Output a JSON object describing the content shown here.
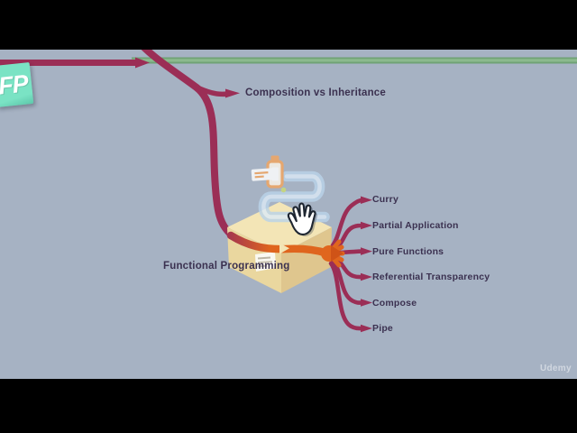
{
  "logo": {
    "text": "FP",
    "color": "#7ae3c4"
  },
  "watermark": {
    "text": "Udemy"
  },
  "diagram": {
    "type": "mindmap",
    "background_color": "#a6b2c3",
    "branch_color": "#9b2e56",
    "highlight_color": "#e0661e",
    "timeline_color": "#7aab7f",
    "cube_color": "#ead79f",
    "pipe_icon_color": "#bad3e9",
    "nodes": {
      "sibling": {
        "label": "Composition vs Inheritance"
      },
      "current": {
        "label": "Functional Programming",
        "icon": "package-cube-icon",
        "cursor": "hand-grab-cursor"
      },
      "children": [
        {
          "label": "Curry"
        },
        {
          "label": "Partial Application"
        },
        {
          "label": "Pure Functions"
        },
        {
          "label": "Referential Transparency"
        },
        {
          "label": "Compose"
        },
        {
          "label": "Pipe"
        }
      ]
    }
  }
}
